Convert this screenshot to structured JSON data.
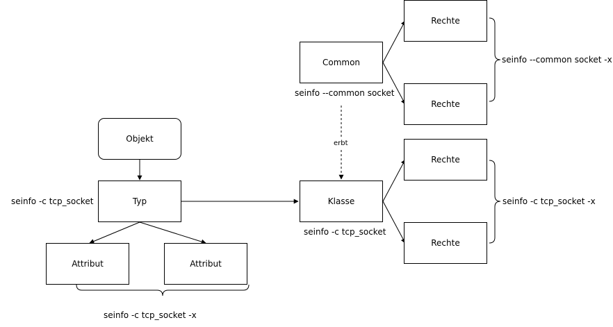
{
  "nodes": {
    "objekt": "Objekt",
    "typ": "Typ",
    "attribut_left": "Attribut",
    "attribut_right": "Attribut",
    "common": "Common",
    "klasse": "Klasse",
    "rechte_1": "Rechte",
    "rechte_2": "Rechte",
    "rechte_3": "Rechte",
    "rechte_4": "Rechte"
  },
  "labels": {
    "typ_command": "seinfo -c tcp_socket",
    "attribute_command": "seinfo -c tcp_socket -x",
    "common_command": "seinfo --common socket",
    "common_rights_command": "seinfo --common socket -x",
    "klasse_command": "seinfo -c tcp_socket",
    "klasse_rights_command": "seinfo -c tcp_socket -x",
    "inherits": "erbt"
  },
  "colors": {
    "stroke": "#000000",
    "background": "#ffffff"
  }
}
